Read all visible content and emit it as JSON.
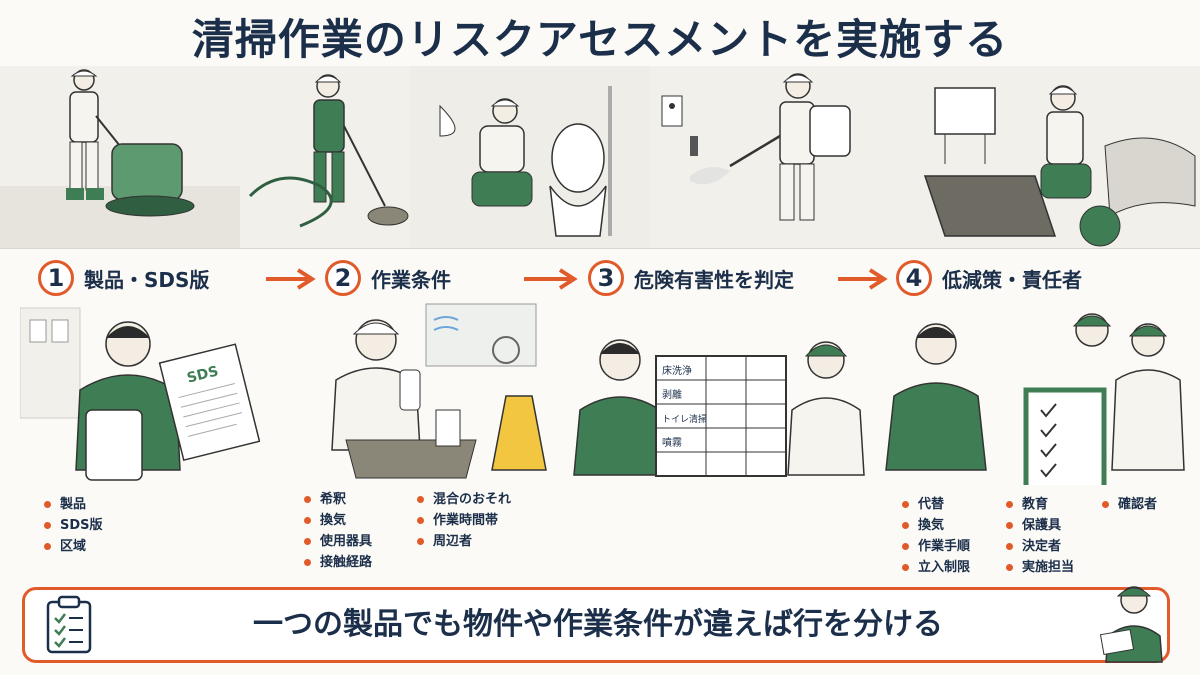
{
  "title": "清掃作業のリスクアセスメントを実施する",
  "steps": [
    {
      "number": "1",
      "label": "製品・SDS版",
      "bullets": [
        "製品",
        "SDS版",
        "区域"
      ]
    },
    {
      "number": "2",
      "label": "作業条件",
      "bullets_col1": [
        "希釈",
        "換気",
        "使用器具",
        "接触経路"
      ],
      "bullets_col2": [
        "混合のおそれ",
        "作業時間帯",
        "周辺者"
      ]
    },
    {
      "number": "3",
      "label": "危険有害性を判定",
      "table_rows": [
        "床洗浄",
        "剥離",
        "トイレ清掃",
        "噴霧"
      ]
    },
    {
      "number": "4",
      "label": "低減策・責任者",
      "bullets_col1": [
        "代替",
        "換気",
        "作業手順",
        "立入制限"
      ],
      "bullets_col2": [
        "教育",
        "保護具",
        "決定者",
        "実施担当"
      ],
      "bullets_col3": [
        "確認者"
      ]
    }
  ],
  "sds_document_label": "SDS",
  "bottom_message": "一つの製品でも物件や作業条件が違えば行を分ける",
  "colors": {
    "accent": "#e05a2a",
    "navy": "#1c2f4a",
    "green": "#3f7d55",
    "paper": "#fbfaf6"
  },
  "icons": [
    "floor-scrubber-icon",
    "buffer-machine-icon",
    "toilet-cleaning-icon",
    "sprayer-icon",
    "manhole-icon",
    "clipboard-icon"
  ]
}
